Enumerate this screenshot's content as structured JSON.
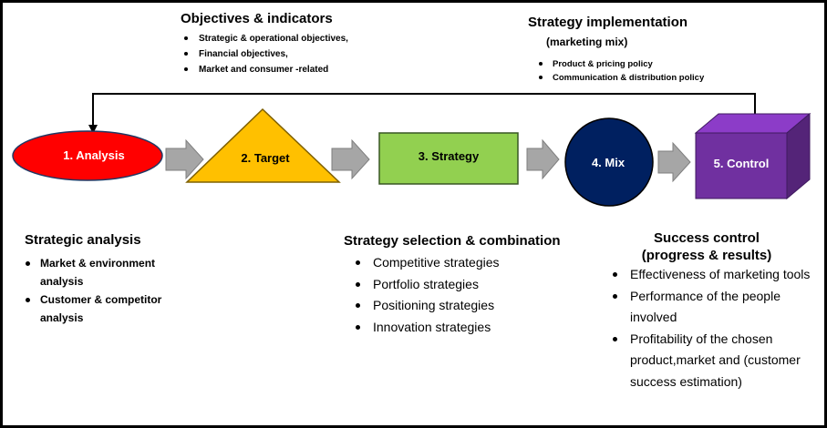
{
  "steps": [
    {
      "label": "1. Analysis",
      "shape": "ellipse",
      "fill": "#ff0000"
    },
    {
      "label": "2. Target",
      "shape": "triangle",
      "fill": "#ffc000"
    },
    {
      "label": "3. Strategy",
      "shape": "rectangle",
      "fill": "#92d050"
    },
    {
      "label": "4. Mix",
      "shape": "circle",
      "fill": "#002060"
    },
    {
      "label": "5. Control",
      "shape": "cube",
      "fill": "#7030a0"
    }
  ],
  "arrow_color": "#a6a6a6",
  "objectives": {
    "title": "Objectives & indicators",
    "items": [
      "Strategic & operational objectives,",
      "Financial objectives,",
      "Market and consumer -related"
    ]
  },
  "implementation": {
    "title": "Strategy implementation",
    "subtitle": "(marketing mix)",
    "items": [
      "Product & pricing policy",
      "Communication & distribution policy"
    ]
  },
  "strategic_analysis": {
    "title": "Strategic analysis",
    "items": [
      "Market & environment analysis",
      "Customer & competitor analysis"
    ]
  },
  "strategy_selection": {
    "title": "Strategy selection & combination",
    "items": [
      "Competitive strategies",
      "Portfolio strategies",
      "Positioning strategies",
      "Innovation strategies"
    ]
  },
  "success_control": {
    "title_line1": "Success control",
    "title_line2": "(progress & results)",
    "items": [
      "Effectiveness of marketing tools",
      "Performance of the people involved",
      "Profitability of the chosen product,market and (customer success estimation)"
    ]
  }
}
